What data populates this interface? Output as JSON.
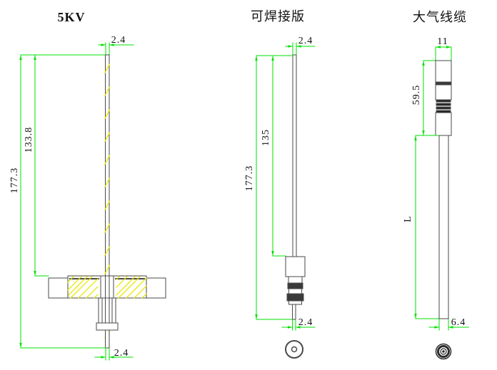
{
  "drawing": {
    "background": "#ffffff",
    "colors": {
      "dimension_line": "#00e000",
      "part_outline": "#4a4a4a",
      "hatch": "#e8e800",
      "dark_band": "#3a3a3a",
      "text": "#111111"
    },
    "views": [
      {
        "id": "5kv",
        "title": "5KV",
        "dimensions": {
          "tip_width": "2.4",
          "shaft_length": "133.8",
          "total_length": "177.3",
          "tail_width": "2.4"
        }
      },
      {
        "id": "solderable-version",
        "title": "可焊接版",
        "dimensions": {
          "tip_width": "2.4",
          "shaft_length": "135",
          "total_length": "177.3",
          "tail_width": "2.4"
        }
      },
      {
        "id": "atmospheric-cable",
        "title": "大气线缆",
        "dimensions": {
          "connector_width": "11",
          "connector_length": "59.5",
          "cable_length": "L",
          "cable_width": "6.4"
        }
      }
    ]
  }
}
